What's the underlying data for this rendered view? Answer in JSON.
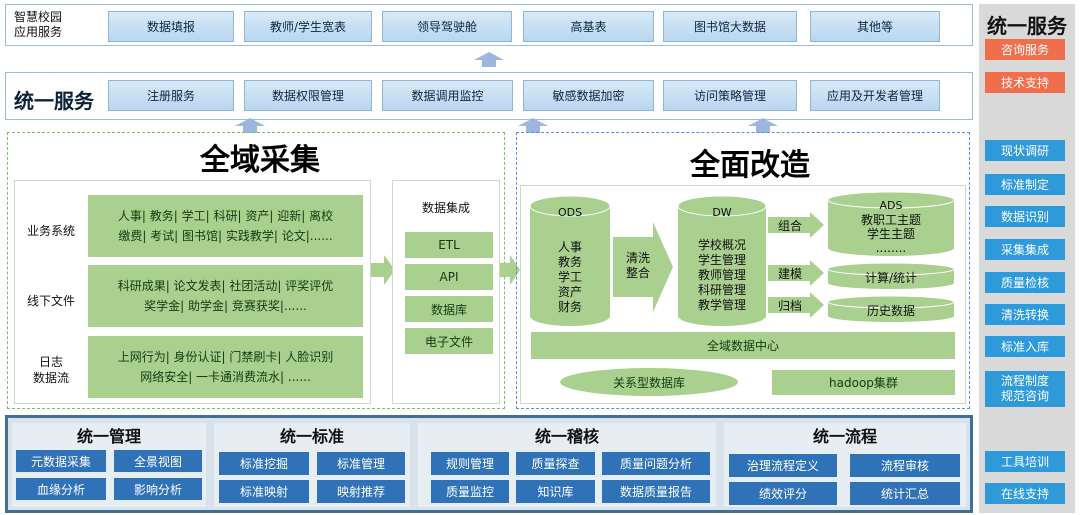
{
  "top": {
    "label": "智慧校园\n应用服务",
    "items": [
      "数据填报",
      "教师/学生宽表",
      "领导驾驶舱",
      "高基表",
      "图书馆大数据",
      "其他等"
    ]
  },
  "service": {
    "label": "统一服务",
    "items": [
      "注册服务",
      "数据权限管理",
      "数据调用监控",
      "敏感数据加密",
      "访问策略管理",
      "应用及开发者管理"
    ]
  },
  "left": {
    "title": "全域采集",
    "rows": [
      {
        "label": "业务系统",
        "lines": [
          "人事| 教务| 学工| 科研| 资产| 迎新| 离校",
          "缴费| 考试| 图书馆| 实践教学| 论文|......"
        ]
      },
      {
        "label": "线下文件",
        "lines": [
          "科研成果| 论文发表| 社团活动| 评奖评优",
          "奖学金| 助学金| 竞赛获奖|......"
        ]
      },
      {
        "label": "日志\n数据流",
        "lines": [
          "上网行为| 身份认证| 门禁刷卡| 人脸识别",
          "网络安全| 一卡通消费流水| ......"
        ]
      }
    ],
    "integration": {
      "title": "数据集成",
      "items": [
        "ETL",
        "API",
        "数据库",
        "电子文件"
      ]
    }
  },
  "right": {
    "title": "全面改造",
    "ods": {
      "title": "ODS",
      "items": [
        "人事",
        "教务",
        "学工",
        "资产",
        "财务"
      ]
    },
    "clean": {
      "label": "清洗\n整合"
    },
    "dw": {
      "title": "DW",
      "items": [
        "学校概况",
        "学生管理",
        "教师管理",
        "科研管理",
        "教学管理"
      ]
    },
    "arrows": [
      "组合",
      "建模",
      "归档"
    ],
    "ads": {
      "title": "ADS",
      "items": [
        "教职工主题",
        "学生主题",
        "........"
      ]
    },
    "calc": "计算/统计",
    "history": "历史数据",
    "center": "全域数据中心",
    "rdb": "关系型数据库",
    "hadoop": "hadoop集群"
  },
  "bottom": {
    "groups": [
      {
        "title": "统一管理",
        "items": [
          "元数据采集",
          "全景视图",
          "血缘分析",
          "影响分析"
        ]
      },
      {
        "title": "统一标准",
        "items": [
          "标准挖掘",
          "标准管理",
          "标准映射",
          "映射推荐"
        ]
      },
      {
        "title": "统一稽核",
        "items": [
          "规则管理",
          "质量探查",
          "质量问题分析",
          "质量监控",
          "知识库",
          "数据质量报告"
        ]
      },
      {
        "title": "统一流程",
        "items": [
          "治理流程定义",
          "流程审核",
          "绩效评分",
          "统计汇总"
        ]
      }
    ]
  },
  "side": {
    "title": "统一服务",
    "orange": [
      "咨询服务",
      "技术支持"
    ],
    "items": [
      "现状调研",
      "标准制定",
      "数据识别",
      "采集集成",
      "质量检核",
      "清洗转换",
      "标准入库",
      "流程制度\n规范咨询",
      "工具培训",
      "在线支持"
    ]
  },
  "colors": {
    "accentBlue": "#2e9ad9",
    "green": "#a9d08e",
    "orange": "#ef6e4c",
    "mgmtBlue": "#2f72b8"
  }
}
